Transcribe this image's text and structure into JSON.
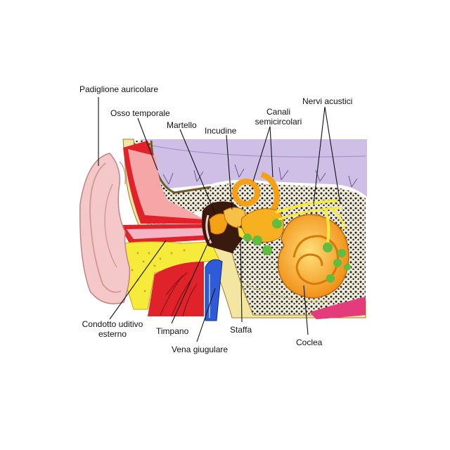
{
  "labels": {
    "padiglione": "Padiglione auricolare",
    "osso": "Osso temporale",
    "martello": "Martello",
    "incudine": "Incudine",
    "canali_1": "Canali",
    "canali_2": "semicircolari",
    "nervi": "Nervi acustici",
    "condotto_1": "Condotto uditivo",
    "condotto_2": "esterno",
    "timpano": "Timpano",
    "staffa": "Staffa",
    "vena": "Vena giugulare",
    "coclea": "Coclea"
  },
  "colors": {
    "skin": "#f4c8c8",
    "bone": "#f2e6a2",
    "brain": "#cfbfe6",
    "red": "#e0232b",
    "yellow": "#f6ea3a",
    "cochlea": "#f5a116",
    "green": "#5fbd3f",
    "vein": "#2f5ad8",
    "pink": "#e43b7a"
  }
}
